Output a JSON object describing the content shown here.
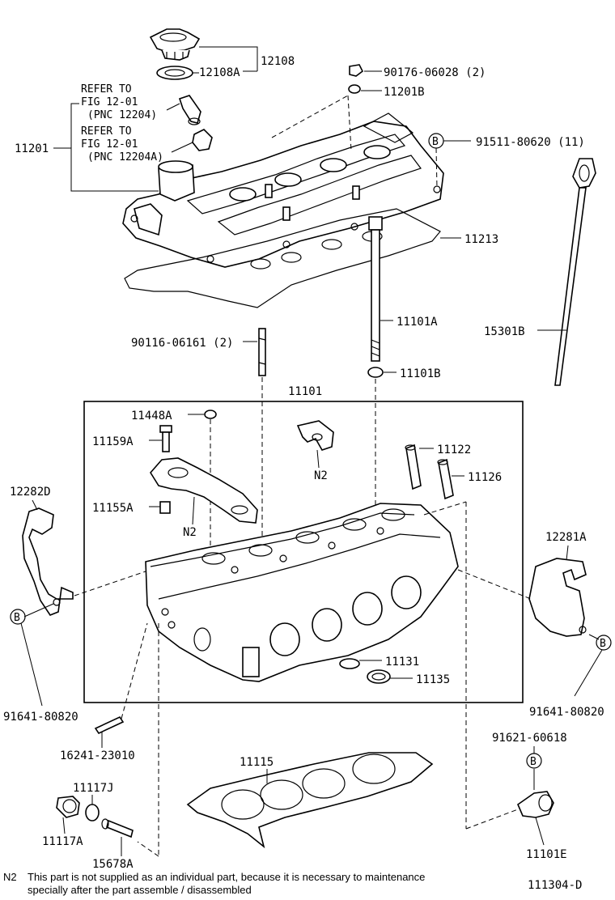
{
  "parts": {
    "p12108": "12108",
    "p12108A": "12108A",
    "p90176": "90176-06028 (2)",
    "p11201B": "11201B",
    "p91511": "91511-80620 (11)",
    "p11201": "11201",
    "p11213": "11213",
    "p11101A": "11101A",
    "p15301B": "15301B",
    "p90116": "90116-06161 (2)",
    "p11101B": "11101B",
    "p11101": "11101",
    "p11448A": "11448A",
    "p11159A": "11159A",
    "p11122": "11122",
    "p11126": "11126",
    "p12282D": "12282D",
    "p11155A": "11155A",
    "p12281A": "12281A",
    "p11131": "11131",
    "p11135": "11135",
    "p91641L": "91641-80820",
    "p91641R": "91641-80820",
    "p16241": "16241-23010",
    "p91621": "91621-60618",
    "p11115": "11115",
    "p11117J": "11117J",
    "p11117A": "11117A",
    "p15678A": "15678A",
    "p11101E": "11101E"
  },
  "refer_notes": [
    {
      "line1": "REFER TO",
      "line2": "FIG 12-01",
      "line3": "(PNC 12204)"
    },
    {
      "line1": "REFER TO",
      "line2": "FIG 12-01",
      "line3": "(PNC 12204A)"
    }
  ],
  "callout_letter": "B",
  "n2_tag": "N2",
  "footnote": {
    "key": "N2",
    "line1": "This part is not supplied as an individual part, because it is necessary to maintenance",
    "line2": "specially after the part assemble / disassembled"
  },
  "figure_number": "111304-D"
}
